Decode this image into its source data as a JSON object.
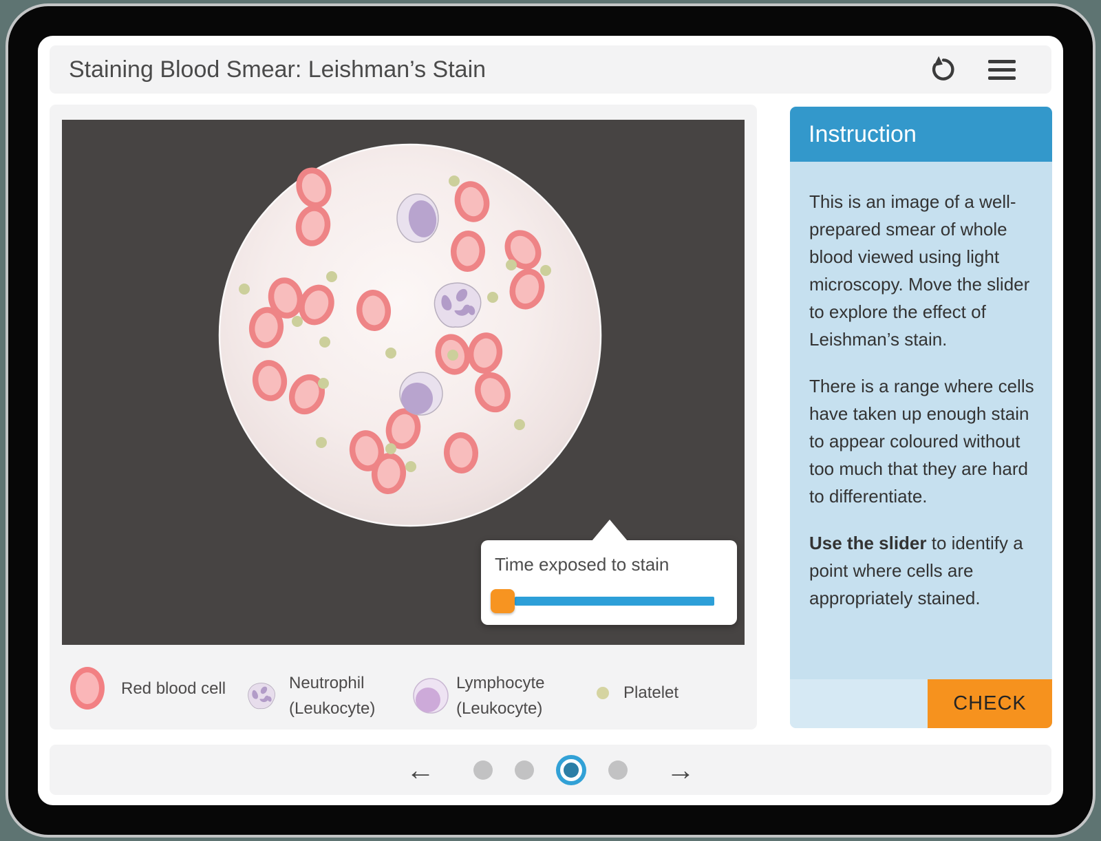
{
  "header": {
    "title": "Staining Blood Smear: Leishman’s Stain",
    "reset_icon": "reset-icon",
    "menu_icon": "hamburger-menu-icon"
  },
  "microscope": {
    "description": "blood smear viewed through circular microscope field on dark background",
    "cell_counts": {
      "red_blood_cells": 19,
      "neutrophils": 1,
      "lymphocytes": 2,
      "platelets": 15
    },
    "slider": {
      "label": "Time exposed to stain",
      "value_percent": 4
    }
  },
  "legend": {
    "items": [
      {
        "label": "Red blood cell",
        "label2": ""
      },
      {
        "label": "Neutrophil",
        "label2": "(Leukocyte)"
      },
      {
        "label": "Lymphocyte",
        "label2": "(Leukocyte)"
      },
      {
        "label": "Platelet",
        "label2": ""
      }
    ]
  },
  "instruction": {
    "title": "Instruction",
    "p1": "This is an image of a well-prepared smear of whole blood viewed using light microscopy. Move the slider to explore the effect of Leishman’s stain.",
    "p2": "There is a range where cells have taken up enough stain to appear coloured without too much that they are hard to differentiate.",
    "p3_bold": "Use the slider",
    "p3_rest": " to identify a point where cells are appropriately stained.",
    "check_label": "CHECK"
  },
  "footer": {
    "prev_icon": "←",
    "next_icon": "→",
    "page_count": 4,
    "active_page": 3
  },
  "colors": {
    "instruction_header": "#3398cb",
    "instruction_body": "#c6e0ef",
    "check_button": "#f6921e",
    "slider_track": "#2d9fd8",
    "slider_thumb": "#f79421",
    "dark_field": "#474443",
    "rbc_ring": "#ee8486",
    "leukocyte_nucleus": "#b8a4ce",
    "platelet": "#cccf9b",
    "active_dot": "#32a1d6"
  }
}
